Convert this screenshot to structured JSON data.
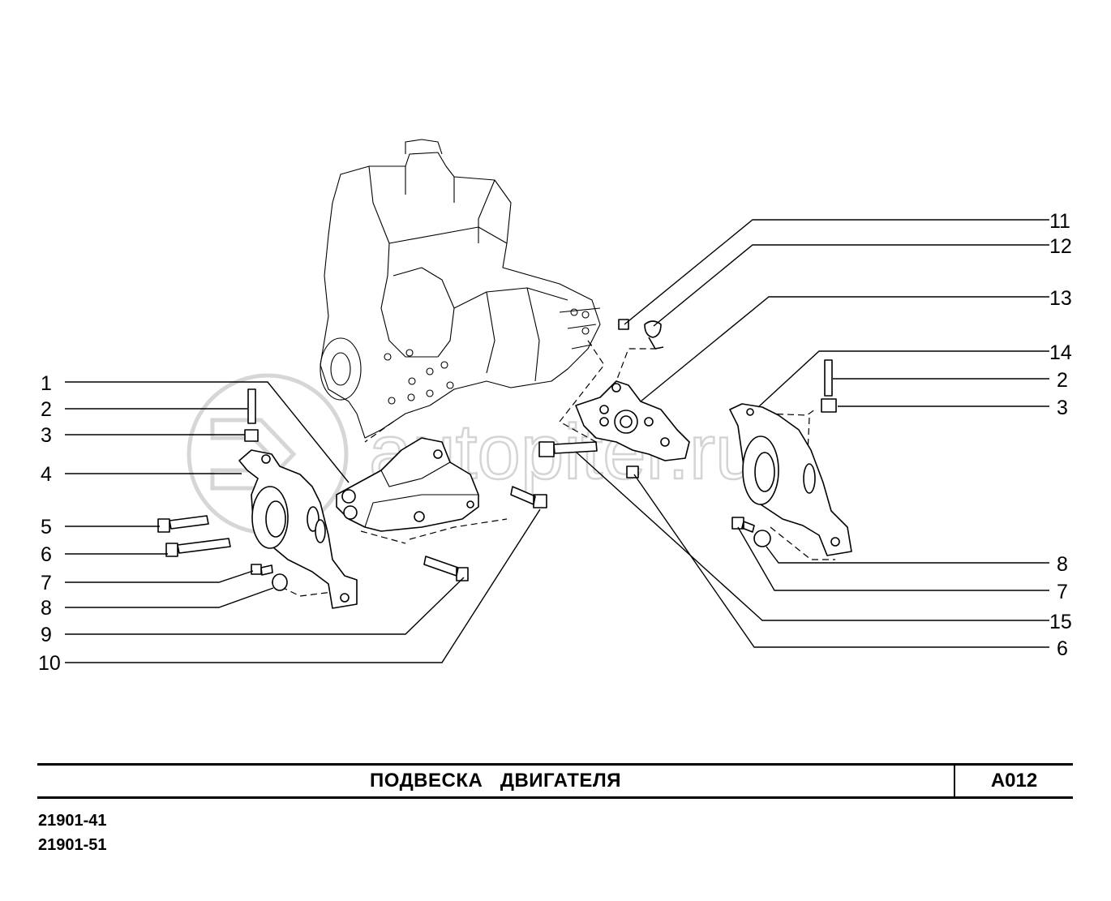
{
  "watermark": {
    "text": "autopiter.ru"
  },
  "callouts_left": [
    {
      "id": "l1",
      "label": "1"
    },
    {
      "id": "l2",
      "label": "2"
    },
    {
      "id": "l3",
      "label": "3"
    },
    {
      "id": "l4",
      "label": "4"
    },
    {
      "id": "l5",
      "label": "5"
    },
    {
      "id": "l6",
      "label": "6"
    },
    {
      "id": "l7",
      "label": "7"
    },
    {
      "id": "l8",
      "label": "8"
    },
    {
      "id": "l9",
      "label": "9"
    },
    {
      "id": "l10",
      "label": "10"
    }
  ],
  "callouts_right": [
    {
      "id": "r11",
      "label": "11"
    },
    {
      "id": "r12",
      "label": "12"
    },
    {
      "id": "r13",
      "label": "13"
    },
    {
      "id": "r14",
      "label": "14"
    },
    {
      "id": "r2",
      "label": "2"
    },
    {
      "id": "r3",
      "label": "3"
    },
    {
      "id": "r8",
      "label": "8"
    },
    {
      "id": "r7",
      "label": "7"
    },
    {
      "id": "r15",
      "label": "15"
    },
    {
      "id": "r6",
      "label": "6"
    }
  ],
  "title_block": {
    "title": "ПОДВЕСКА   ДВИГАТЕЛЯ",
    "code": "A012"
  },
  "models": [
    "21901-41",
    "21901-51"
  ]
}
